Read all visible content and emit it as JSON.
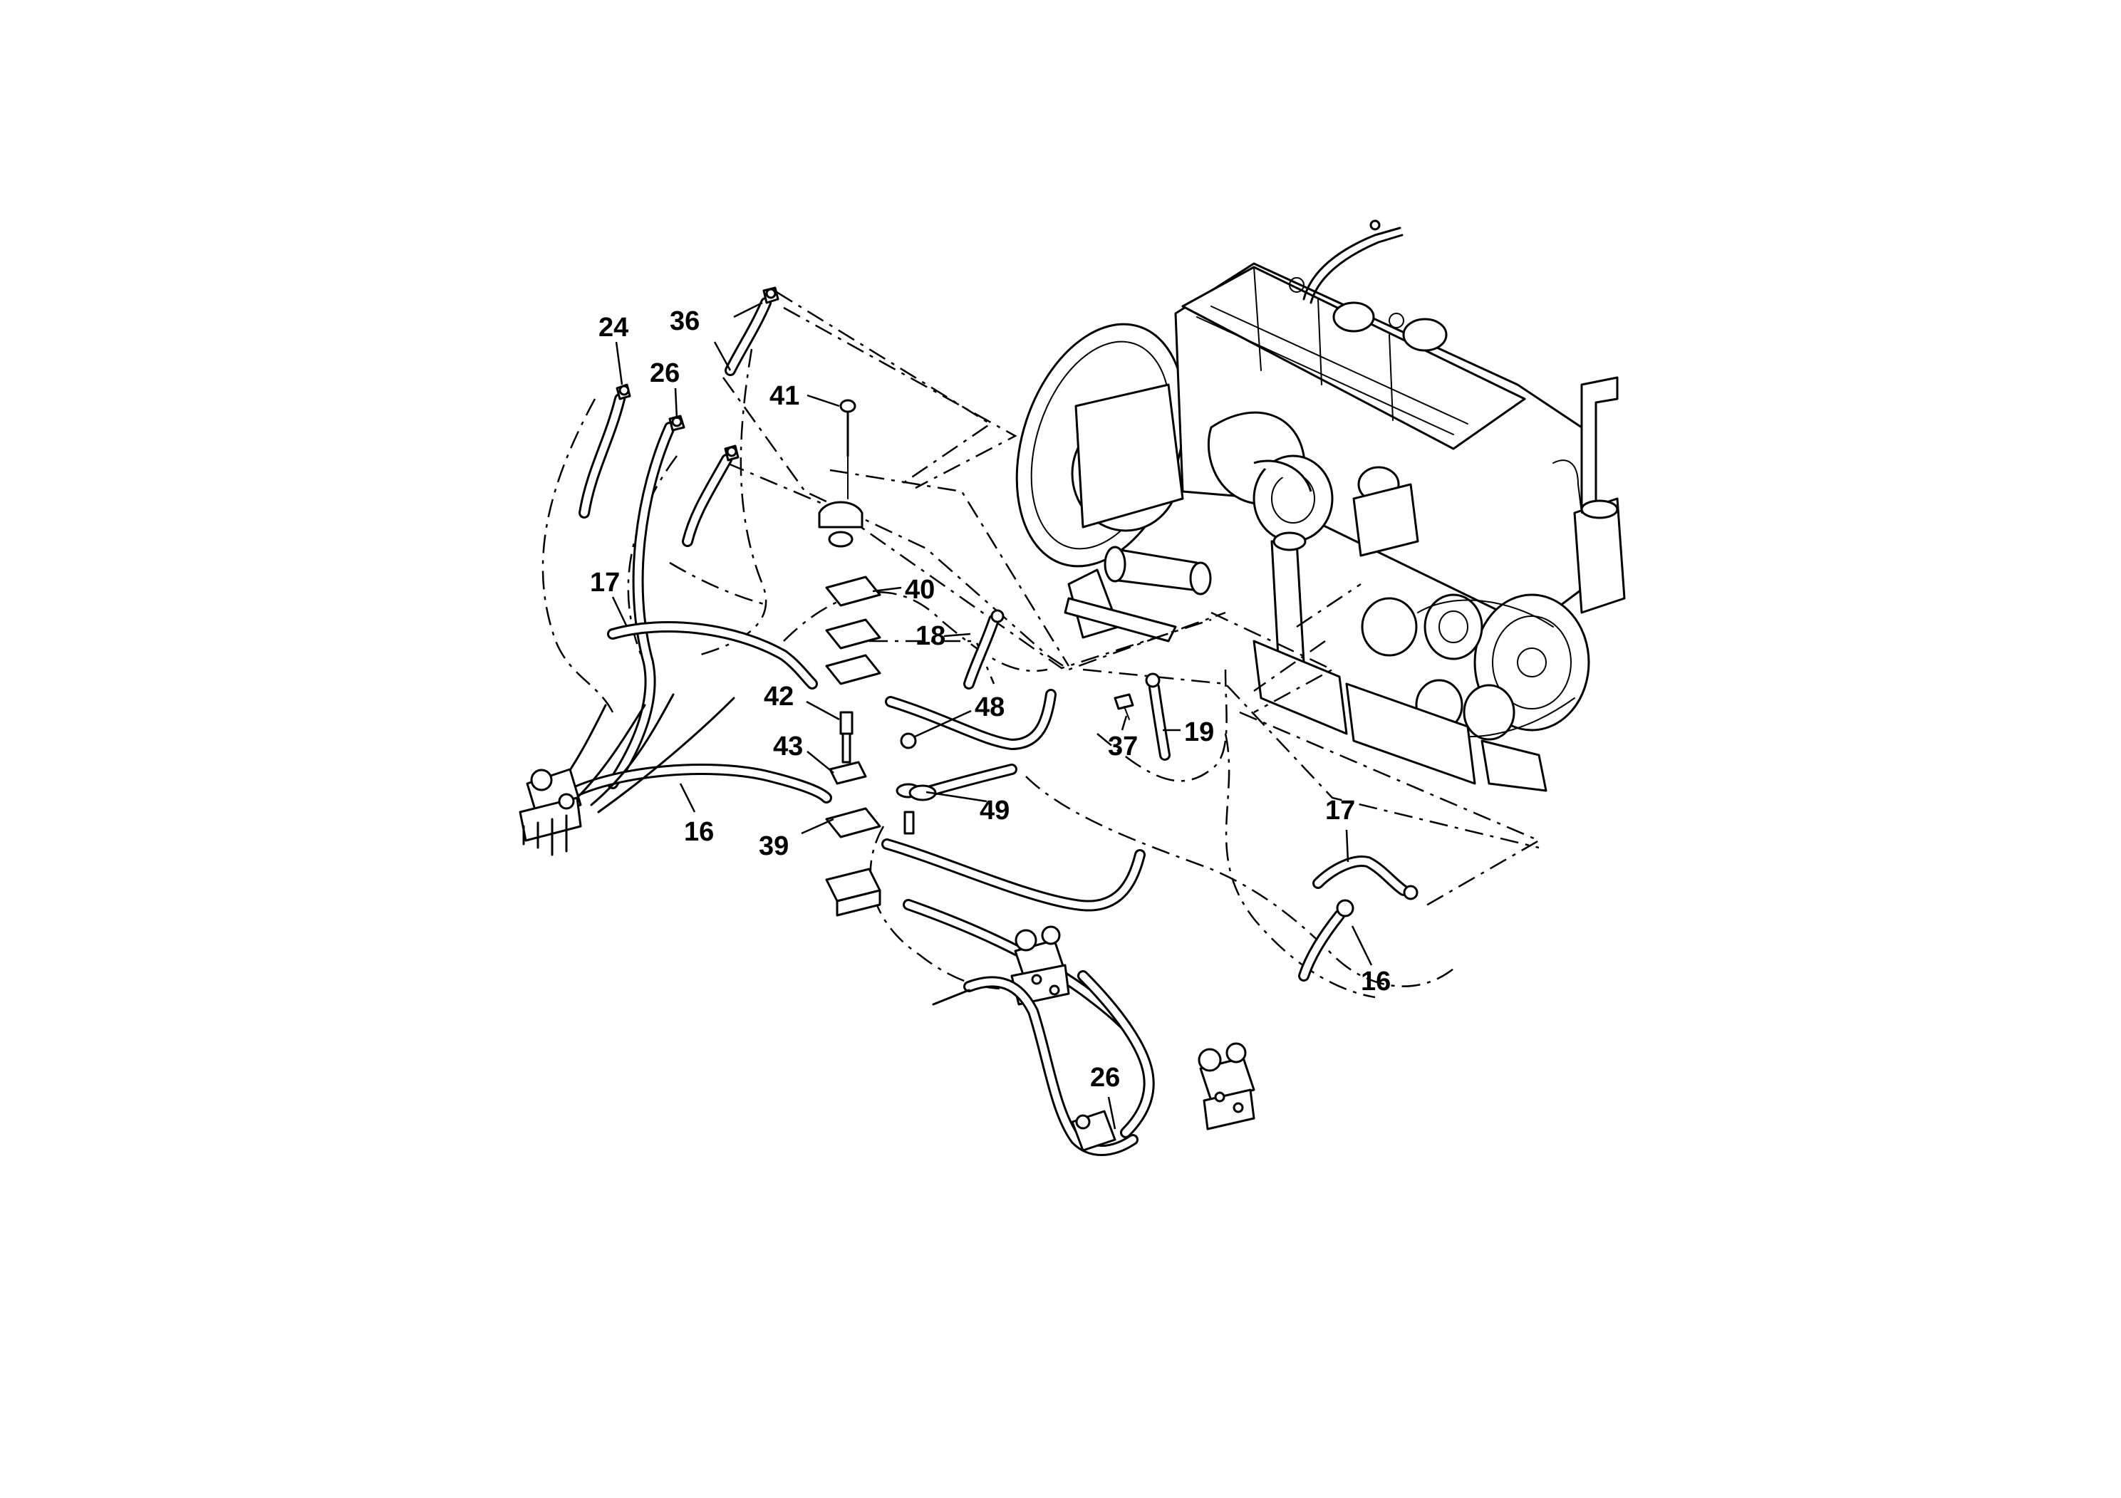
{
  "diagram": {
    "callouts": [
      {
        "id": "c24a",
        "label": "24"
      },
      {
        "id": "c36",
        "label": "36"
      },
      {
        "id": "c26a",
        "label": "26"
      },
      {
        "id": "c41",
        "label": "41"
      },
      {
        "id": "c17a",
        "label": "17"
      },
      {
        "id": "c40",
        "label": "40"
      },
      {
        "id": "c18",
        "label": "18"
      },
      {
        "id": "c42",
        "label": "42"
      },
      {
        "id": "c48",
        "label": "48"
      },
      {
        "id": "c37",
        "label": "37"
      },
      {
        "id": "c19",
        "label": "19"
      },
      {
        "id": "c43",
        "label": "43"
      },
      {
        "id": "c49",
        "label": "49"
      },
      {
        "id": "c16a",
        "label": "16"
      },
      {
        "id": "c39",
        "label": "39"
      },
      {
        "id": "c17b",
        "label": "17"
      },
      {
        "id": "c16b",
        "label": "16"
      },
      {
        "id": "c26b",
        "label": "26"
      }
    ]
  }
}
